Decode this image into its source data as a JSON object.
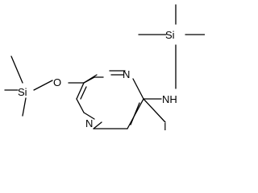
{
  "molecule": {
    "atoms": {
      "ring_n1": "N",
      "ring_n3": "N",
      "amine_nh": "NH",
      "amine_si": "Si",
      "ether_o": "O",
      "ether_si": "Si",
      "iodine": "I"
    }
  }
}
